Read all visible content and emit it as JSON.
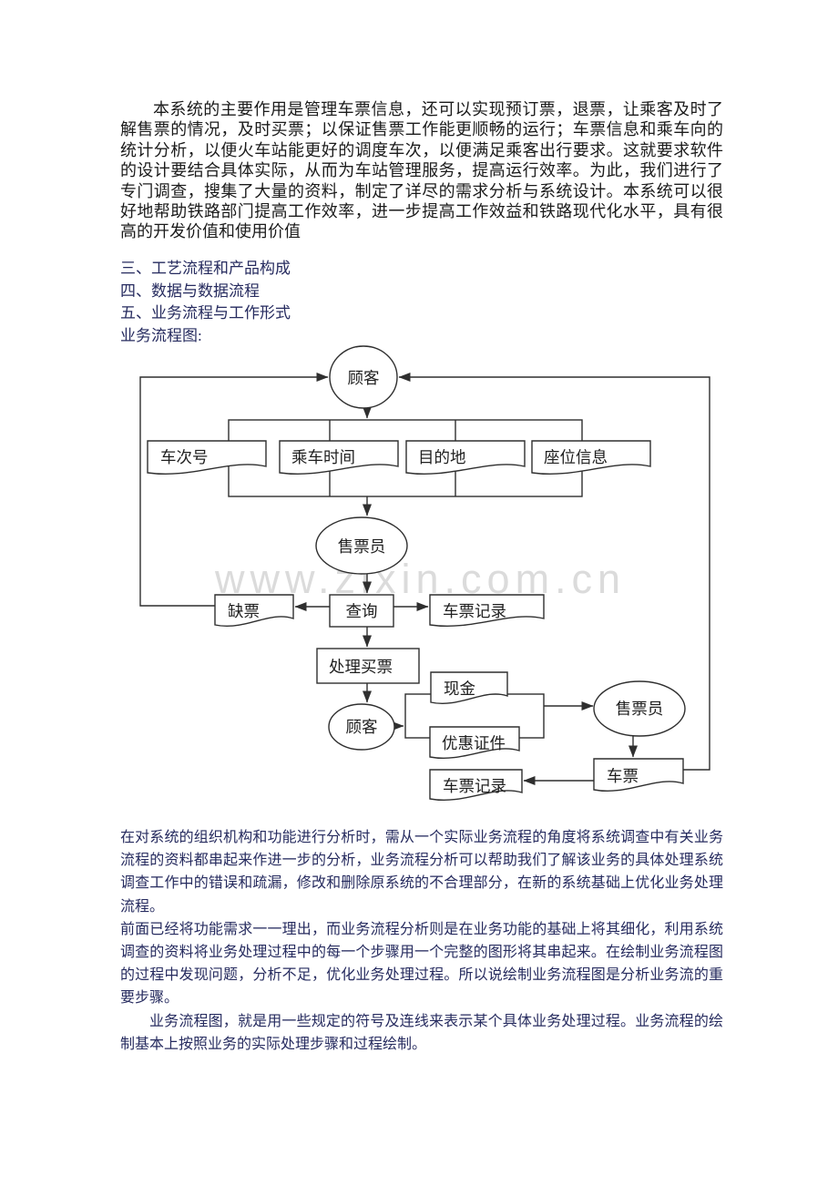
{
  "page": {
    "background": "#ffffff",
    "body_text_color": "#1b1b1b",
    "accent_text_color": "#262b5f",
    "diagram_stroke_color": "#2f2f2f",
    "watermark_color": "#dbdbdb"
  },
  "intro_paragraph": "本系统的主要作用是管理车票信息，还可以实现预订票，退票，让乘客及时了解售票的情况，及时买票；以保证售票工作能更顺畅的运行；车票信息和乘车向的统计分析，以便火车站能更好的调度车次，以便满足乘客出行要求。这就要求软件的设计要结合具体实际，从而为车站管理服务，提高运行效率。为此，我们进行了专门调查，搜集了大量的资料，制定了详尽的需求分析与系统设计。本系统可以很好地帮助铁路部门提高工作效率，进一步提高工作效益和铁路现代化水平，具有很高的开发价值和使用价值",
  "headings": {
    "item3": "三、工艺流程和产品构成",
    "item4": "四、数据与数据流程",
    "item5": "五、业务流程与工作形式",
    "diagram_label": "业务流程图:"
  },
  "watermark": "www.zixin.com.cn",
  "flowchart": {
    "customer_top": "顾客",
    "train_number": "车次号",
    "ride_time": "乘车时间",
    "destination": "目的地",
    "seat_info": "座位信息",
    "seller_top": "售票员",
    "ticket_shortage": "缺票",
    "query": "查询",
    "ticket_record_1": "车票记录",
    "process_purchase": "处理买票",
    "customer_bottom": "顾客",
    "cash": "现金",
    "discount_certificate": "优惠证件",
    "seller_bottom": "售票员",
    "ticket": "车票",
    "ticket_record_2": "车票记录"
  },
  "closing_paragraphs": {
    "p1": "在对系统的组织机构和功能进行分析时，需从一个实际业务流程的角度将系统调查中有关业务流程的资料都串起来作进一步的分析，业务流程分析可以帮助我们了解该业务的具体处理系统调查工作中的错误和疏漏，修改和删除原系统的不合理部分，在新的系统基础上优化业务处理流程。",
    "p2": "前面已经将功能需求一一理出，而业务流程分析则是在业务功能的基础上将其细化，利用系统调查的资料将业务处理过程中的每一个步骤用一个完整的图形将其串起来。在绘制业务流程图的过程中发现问题，分析不足，优化业务处理过程。所以说绘制业务流程图是分析业务流的重要步骤。",
    "p3": "业务流程图，就是用一些规定的符号及连线来表示某个具体业务处理过程。业务流程的绘制基本上按照业务的实际处理步骤和过程绘制。"
  }
}
